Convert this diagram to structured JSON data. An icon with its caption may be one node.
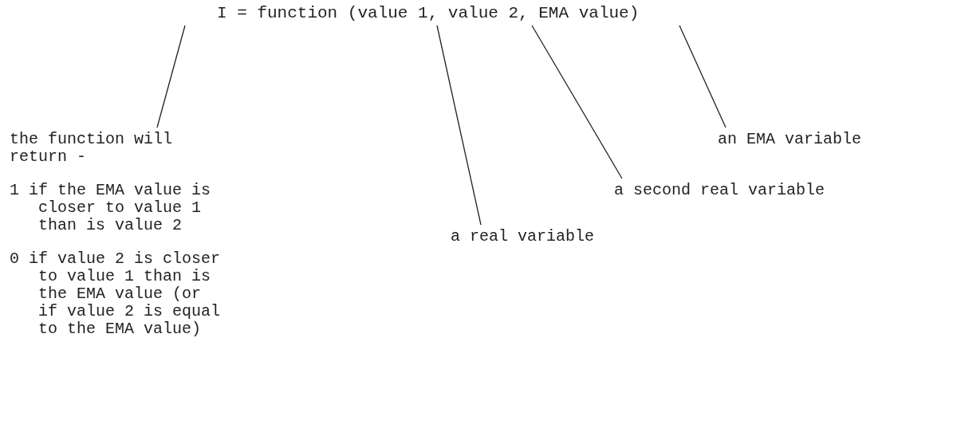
{
  "diagram": {
    "nodes": [
      {
        "text": [
          "I = function (value 1, value 2, EMA value)"
        ]
      },
      {
        "text": [
          "the function will return -",
          "1 if the EMA value is closer to value 1 than is value 2",
          "0 if value 2 is closer to value 1 than is the EMA value (or if value 2 is equal to the EMA value)"
        ]
      },
      {
        "text": [
          "an EMA variable"
        ]
      },
      {
        "text": [
          "a second real variable"
        ]
      },
      {
        "text": [
          "a real variable"
        ]
      }
    ],
    "edges": [
      {
        "from": 1,
        "to": 0,
        "arrow": "none"
      },
      {
        "from": 2,
        "to": 0,
        "arrow": "none"
      },
      {
        "from": 3,
        "to": 0,
        "arrow": "none"
      },
      {
        "from": 4,
        "to": 0,
        "arrow": "none"
      }
    ]
  }
}
